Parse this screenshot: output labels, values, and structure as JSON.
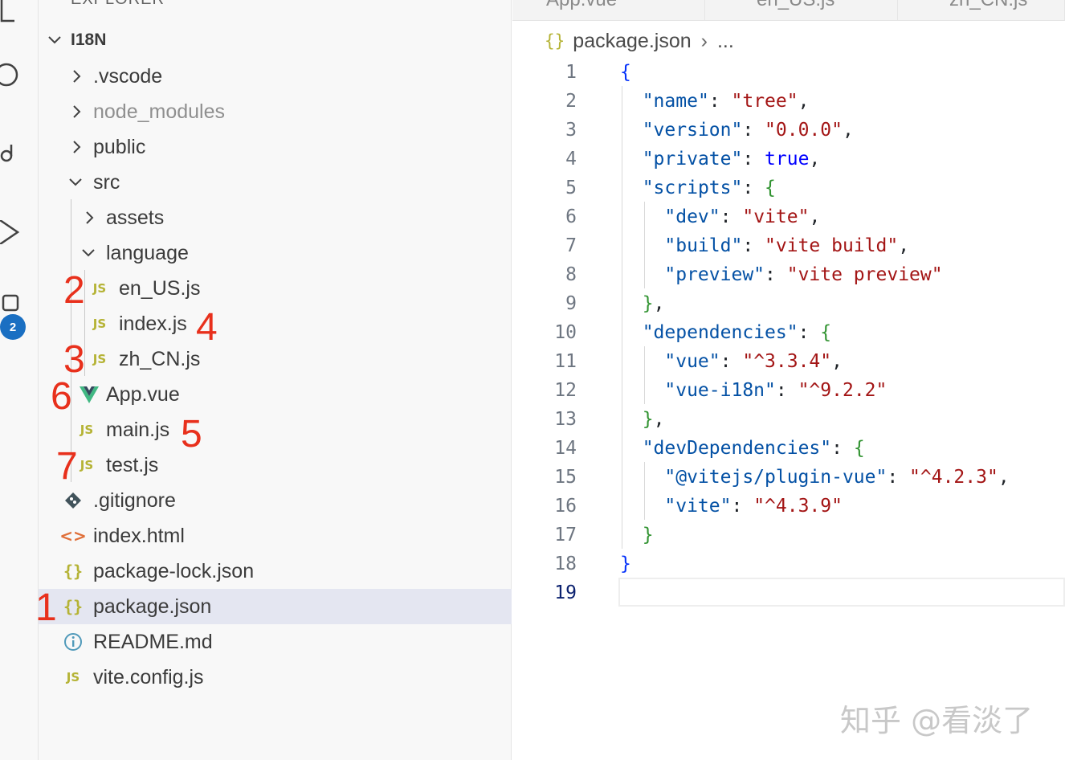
{
  "explorer": {
    "title": "EXPLORER",
    "root": "I18N",
    "items": [
      {
        "label": ".vscode",
        "kind": "folder",
        "expanded": false
      },
      {
        "label": "node_modules",
        "kind": "folder",
        "expanded": false
      },
      {
        "label": "public",
        "kind": "folder",
        "expanded": false
      },
      {
        "label": "src",
        "kind": "folder",
        "expanded": true
      },
      {
        "label": "assets",
        "kind": "folder",
        "expanded": false
      },
      {
        "label": "language",
        "kind": "folder",
        "expanded": true
      },
      {
        "label": "en_US.js",
        "kind": "js"
      },
      {
        "label": "index.js",
        "kind": "js"
      },
      {
        "label": "zh_CN.js",
        "kind": "js"
      },
      {
        "label": "App.vue",
        "kind": "vue"
      },
      {
        "label": "main.js",
        "kind": "js"
      },
      {
        "label": "test.js",
        "kind": "js"
      },
      {
        "label": ".gitignore",
        "kind": "git"
      },
      {
        "label": "index.html",
        "kind": "html"
      },
      {
        "label": "package-lock.json",
        "kind": "json"
      },
      {
        "label": "package.json",
        "kind": "json",
        "selected": true
      },
      {
        "label": "README.md",
        "kind": "info"
      },
      {
        "label": "vite.config.js",
        "kind": "js"
      }
    ],
    "annotations": [
      "2",
      "4",
      "3",
      "6",
      "5",
      "7",
      "1"
    ]
  },
  "activity_bar": {
    "icons": [
      "explorer-icon",
      "search-icon",
      "source-control-icon",
      "run-debug-icon",
      "extensions-icon"
    ],
    "badge": "2"
  },
  "editor": {
    "tabs": [
      "App.vue",
      "en_US.js",
      "zh_CN.js"
    ],
    "breadcrumb": {
      "icon": "{}",
      "file": "package.json",
      "more": "..."
    },
    "active_line": 19,
    "line_numbers": [
      "1",
      "2",
      "3",
      "4",
      "5",
      "6",
      "7",
      "8",
      "9",
      "10",
      "11",
      "12",
      "13",
      "14",
      "15",
      "16",
      "17",
      "18",
      "19"
    ],
    "code": {
      "l2": {
        "key": "\"name\"",
        "val": "\"tree\""
      },
      "l3": {
        "key": "\"version\"",
        "val": "\"0.0.0\""
      },
      "l4": {
        "key": "\"private\"",
        "val": "true"
      },
      "l5": {
        "key": "\"scripts\""
      },
      "l6": {
        "key": "\"dev\"",
        "val": "\"vite\""
      },
      "l7": {
        "key": "\"build\"",
        "val": "\"vite build\""
      },
      "l8": {
        "key": "\"preview\"",
        "val": "\"vite preview\""
      },
      "l10": {
        "key": "\"dependencies\""
      },
      "l11": {
        "key": "\"vue\"",
        "val": "\"^3.3.4\""
      },
      "l12": {
        "key": "\"vue-i18n\"",
        "val": "\"^9.2.2\""
      },
      "l14": {
        "key": "\"devDependencies\""
      },
      "l15": {
        "key": "\"@vitejs/plugin-vue\"",
        "val": "\"^4.2.3\""
      },
      "l16": {
        "key": "\"vite\"",
        "val": "\"^4.3.9\""
      }
    }
  },
  "watermark": "知乎 @看淡了",
  "colors": {
    "key": "#0451a5",
    "string": "#a31515",
    "boolean": "#0000ff",
    "annotation": "#e8301c",
    "js_icon": "#b5b335"
  }
}
